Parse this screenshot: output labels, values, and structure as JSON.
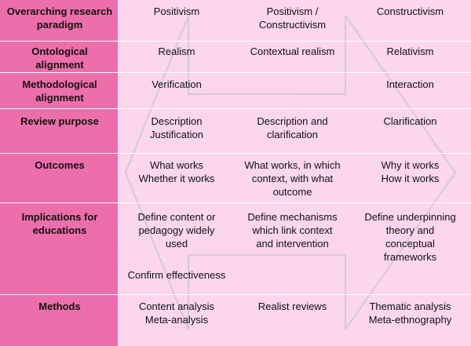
{
  "rows": [
    {
      "label": [
        "Overarching research",
        "paradigm"
      ],
      "c1": [
        "Positivism"
      ],
      "c2": [
        "Positivism /",
        "Constructivism"
      ],
      "c3": [
        "Constructivism"
      ]
    },
    {
      "label": [
        "Ontological",
        "alignment"
      ],
      "c1": [
        "Realism"
      ],
      "c2": [
        "Contextual realism"
      ],
      "c3": [
        "Relativism"
      ]
    },
    {
      "label": [
        "Methodological",
        "alignment"
      ],
      "c1": [
        "Verification"
      ],
      "c2": [],
      "c3": [
        "Interaction"
      ]
    },
    {
      "label": [
        "Review purpose"
      ],
      "c1": [
        "Description",
        "Justification"
      ],
      "c2": [
        "Description and",
        "clarification"
      ],
      "c3": [
        "Clarification"
      ]
    },
    {
      "label": [
        "Outcomes"
      ],
      "c1": [
        "What works",
        "Whether it works"
      ],
      "c2": [
        "What works, in which",
        "context, with what",
        "outcome"
      ],
      "c3": [
        "Why it works",
        "How it works"
      ]
    },
    {
      "label": [
        "Implications for",
        "educations"
      ],
      "c1": [
        "Define content or",
        "pedagogy widely",
        "used"
      ],
      "c1b": [
        "Confirm effectiveness"
      ],
      "c2": [
        "Define mechanisms",
        "which link context",
        "and intervention"
      ],
      "c3": [
        "Define underpinning",
        "theory and",
        "conceptual",
        "frameworks"
      ]
    },
    {
      "label": [
        "Methods"
      ],
      "c1": [
        "Content analysis",
        "Meta-analysis"
      ],
      "c2": [
        "Realist reviews"
      ],
      "c3": [
        "Thematic analysis",
        "Meta-ethnography"
      ]
    }
  ],
  "colors": {
    "left_column": "#ec6fab",
    "body": "#fbd6ec",
    "arrow_outline": "#c8c8d8"
  }
}
